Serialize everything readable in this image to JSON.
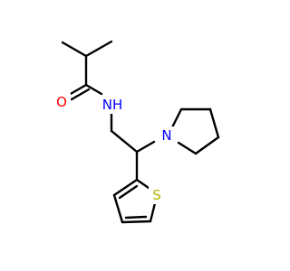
{
  "molecule": {
    "colors": {
      "bond": "#000000",
      "oxygen": "#ff0000",
      "nitrogen": "#0000ff",
      "sulfur": "#b2b200"
    },
    "atoms": {
      "oxygen_label": "O",
      "amide_n_label": "NH",
      "pyrrolidine_n_label": "N",
      "thiophene_s_label": "S"
    }
  }
}
